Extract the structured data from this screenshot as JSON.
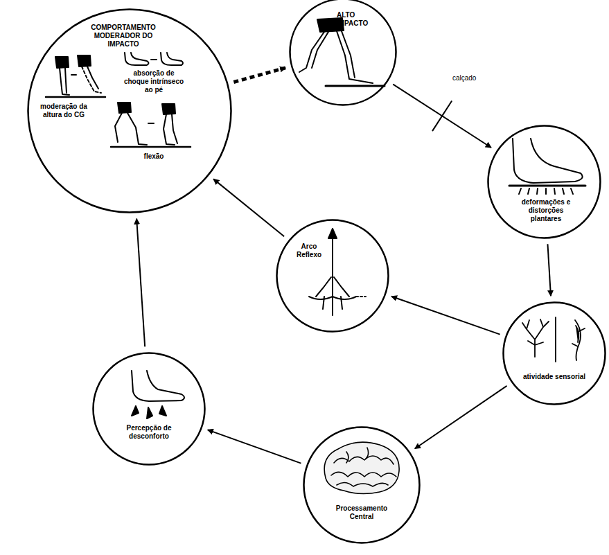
{
  "diagram": {
    "nodes": [
      {
        "text": [
          "COMPORTAMENTO MODERADOR DO IMPACTO",
          "absorção de choque intrínseco ao pé",
          "moderação da altura do CG",
          "flexão"
        ]
      },
      {
        "text": [
          "ALTO IMPACTO"
        ]
      },
      {
        "text": [
          "deformações e distorções plantares"
        ]
      },
      {
        "text": [
          "atividade sensorial"
        ]
      },
      {
        "text": [
          "Arco Reflexo"
        ]
      },
      {
        "text": [
          "Processamento Central"
        ]
      },
      {
        "text": [
          "Percepção de desconforto"
        ]
      }
    ],
    "edges": [
      {
        "from": 0,
        "to": 1,
        "arrow": "to"
      },
      {
        "from": 1,
        "to": 2,
        "label": "calçado",
        "arrow": "to"
      },
      {
        "from": 2,
        "to": 3,
        "arrow": "to"
      },
      {
        "from": 3,
        "to": 4,
        "arrow": "to"
      },
      {
        "from": 3,
        "to": 5,
        "arrow": "to"
      },
      {
        "from": 5,
        "to": 6,
        "arrow": "to"
      },
      {
        "from": 6,
        "to": 0,
        "arrow": "to"
      },
      {
        "from": 4,
        "to": 0,
        "arrow": "to"
      }
    ]
  }
}
